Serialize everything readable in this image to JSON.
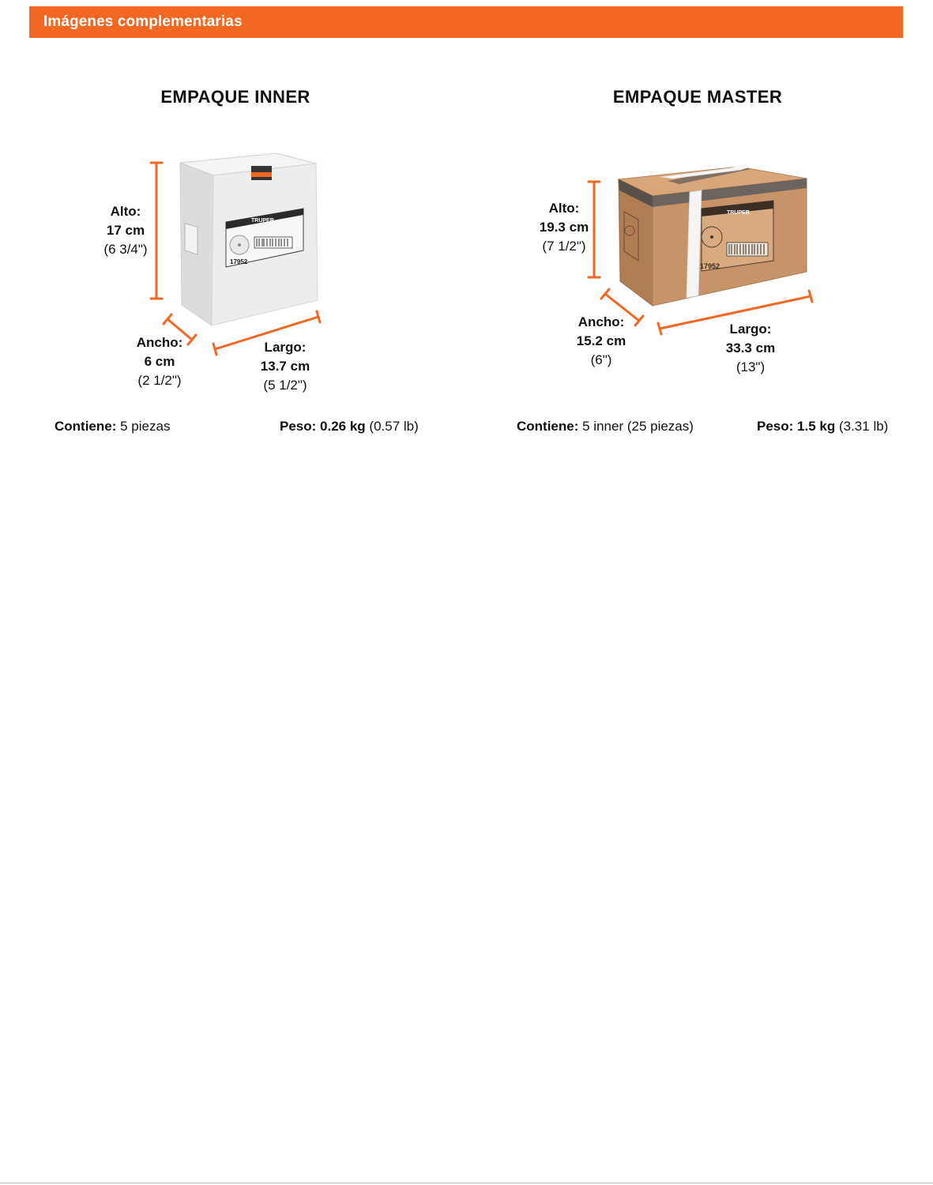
{
  "header": {
    "title": "Imágenes complementarias"
  },
  "colors": {
    "accent": "#f26722",
    "cardboard": "#c8956a",
    "inner_box": "#eceded"
  },
  "inner": {
    "title": "EMPAQUE INNER",
    "alto": {
      "label": "Alto:",
      "metric": "17 cm",
      "imperial": "(6 3/4\")"
    },
    "ancho": {
      "label": "Ancho:",
      "metric": "6 cm",
      "imperial": "(2 1/2\")"
    },
    "largo": {
      "label": "Largo:",
      "metric": "13.7 cm",
      "imperial": "(5 1/2\")"
    },
    "contiene": {
      "label": "Contiene:",
      "value": "5 piezas"
    },
    "peso": {
      "label": "Peso:",
      "metric": "0.26 kg",
      "imperial": "(0.57 lb)"
    },
    "box": {
      "brand": "TRUPER",
      "code": "17952"
    }
  },
  "master": {
    "title": "EMPAQUE MASTER",
    "alto": {
      "label": "Alto:",
      "metric": "19.3 cm",
      "imperial": "(7 1/2\")"
    },
    "ancho": {
      "label": "Ancho:",
      "metric": "15.2 cm",
      "imperial": "(6\")"
    },
    "largo": {
      "label": "Largo:",
      "metric": "33.3 cm",
      "imperial": "(13\")"
    },
    "contiene": {
      "label": "Contiene:",
      "value": "5 inner (25 piezas)"
    },
    "peso": {
      "label": "Peso:",
      "metric": "1.5 kg",
      "imperial": "(3.31 lb)"
    },
    "box": {
      "brand": "TRUPER",
      "code": "17952"
    }
  }
}
